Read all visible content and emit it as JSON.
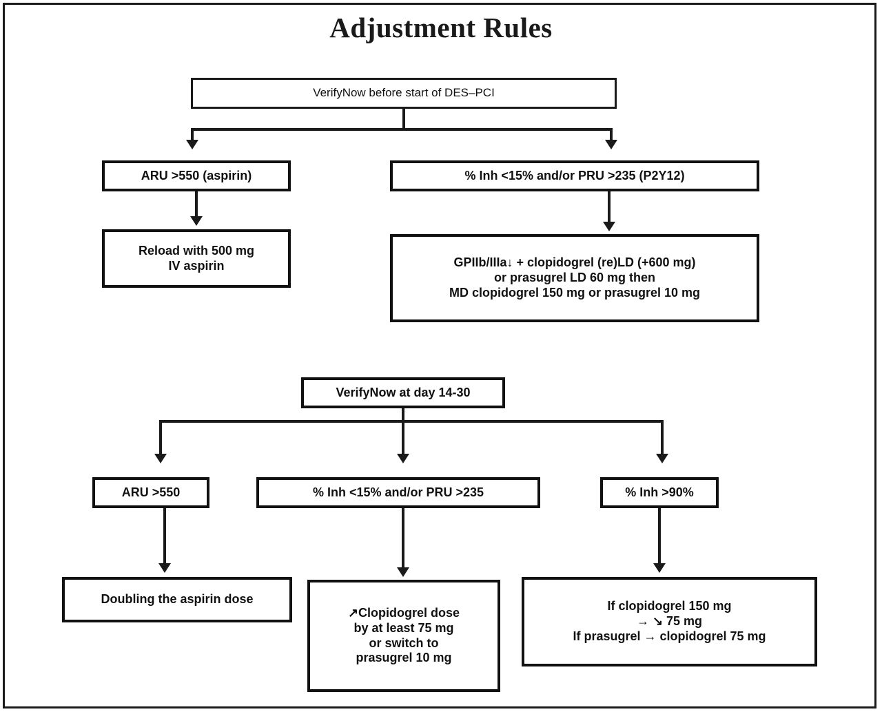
{
  "figure": {
    "title": "Adjustment Rules"
  },
  "stage_one": {
    "root": {
      "label": "VerifyNow before start of DES–PCI"
    },
    "branches": [
      {
        "condition": "ARU >550 (aspirin)",
        "action": "Reload with 500 mg\nIV aspirin"
      },
      {
        "condition": "% Inh <15% and/or PRU >235 (P2Y12)",
        "action": "GPIIb/IIIa↓ + clopidogrel (re)LD (+600 mg)\nor prasugrel LD 60 mg then\nMD clopidogrel 150 mg or prasugrel 10 mg"
      }
    ]
  },
  "stage_two": {
    "root": {
      "label": "VerifyNow at day 14-30"
    },
    "branches": [
      {
        "condition": "ARU >550",
        "action": "Doubling the aspirin dose"
      },
      {
        "condition": "% Inh <15% and/or PRU >235",
        "action": "↗Clopidogrel dose\nby at least 75 mg\nor switch to\nprasugrel 10 mg"
      },
      {
        "condition": "% Inh >90%",
        "action": "If clopidogrel 150 mg\n→ ↘ 75 mg\nIf prasugrel → clopidogrel 75 mg"
      }
    ]
  },
  "colors": {
    "ink": "#1a1a1a",
    "background": "#ffffff"
  }
}
